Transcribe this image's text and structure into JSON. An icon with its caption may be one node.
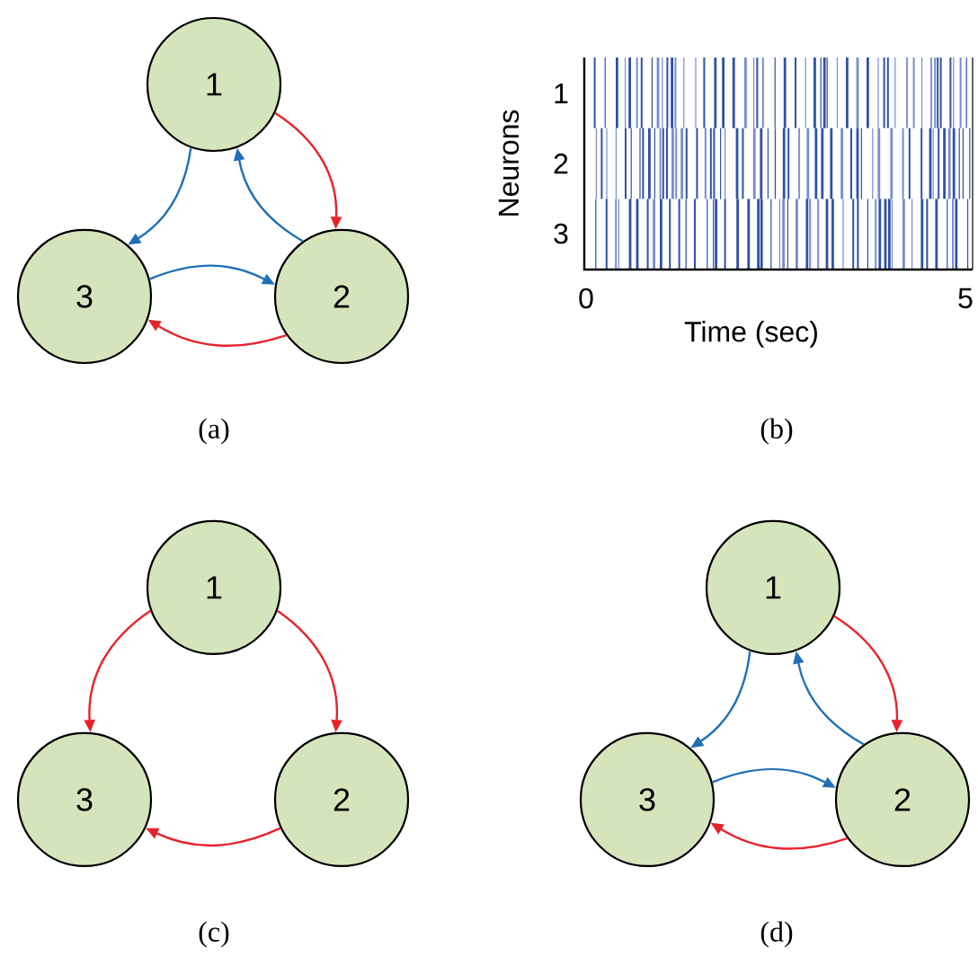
{
  "diagram": {
    "nodes": [
      {
        "text": [
          "1"
        ]
      },
      {
        "text": [
          "3"
        ]
      },
      {
        "text": [
          "2"
        ]
      },
      {
        "text": [
          "1"
        ]
      },
      {
        "text": [
          "3"
        ]
      },
      {
        "text": [
          "2"
        ]
      },
      {
        "text": [
          "1"
        ]
      },
      {
        "text": [
          "3"
        ]
      },
      {
        "text": [
          "2"
        ]
      }
    ],
    "edges": [
      {
        "from": 0,
        "to": 1,
        "arrow": "to",
        "color": "#1f6fb8"
      },
      {
        "from": 2,
        "to": 0,
        "arrow": "to",
        "color": "#1f6fb8"
      },
      {
        "from": 0,
        "to": 2,
        "arrow": "to"
      },
      {
        "from": 1,
        "to": 2,
        "arrow": "to",
        "color": "#1f6fb8"
      },
      {
        "from": 2,
        "to": 1,
        "arrow": "to"
      },
      {
        "from": 3,
        "to": 4,
        "arrow": "to"
      },
      {
        "from": 3,
        "to": 5,
        "arrow": "to"
      },
      {
        "from": 5,
        "to": 4,
        "arrow": "to"
      },
      {
        "from": 6,
        "to": 7,
        "arrow": "to",
        "color": "#1f6fb8"
      },
      {
        "from": 8,
        "to": 6,
        "arrow": "to",
        "color": "#1f6fb8"
      },
      {
        "from": 6,
        "to": 8,
        "arrow": "to"
      },
      {
        "from": 7,
        "to": 8,
        "arrow": "to",
        "color": "#1f6fb8"
      },
      {
        "from": 8,
        "to": 7,
        "arrow": "to"
      }
    ],
    "labels": [
      "Neurons",
      "1",
      "2",
      "3",
      "0",
      "5",
      "Time (sec)",
      "(a)",
      "(b)",
      "(c)",
      "(d)"
    ]
  }
}
